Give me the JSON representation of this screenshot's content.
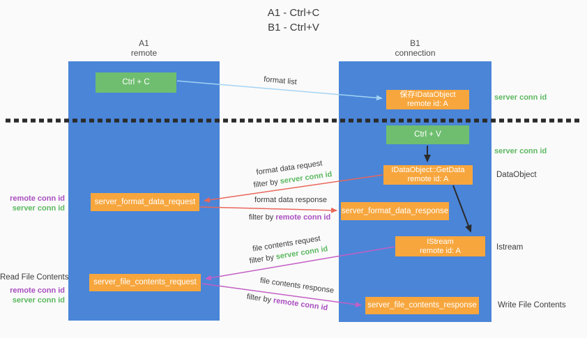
{
  "title": {
    "line1": "A1 - Ctrl+C",
    "line2": "B1 - Ctrl+V"
  },
  "lanes": {
    "left": {
      "name": "A1",
      "subtitle": "remote"
    },
    "right": {
      "name": "B1",
      "subtitle": "connection"
    }
  },
  "boxes": {
    "ctrl_c": {
      "label": "Ctrl + C"
    },
    "save_idataobject": {
      "line1": "保存IDataObject",
      "line2": "remote id: A"
    },
    "ctrl_v": {
      "label": "Ctrl + V"
    },
    "getdata": {
      "line1": "IDataObject::GetData",
      "line2": "remote id: A"
    },
    "format_request": {
      "label": "server_format_data_request"
    },
    "format_response": {
      "label": "server_format_data_response"
    },
    "istream": {
      "line1": "IStream",
      "line2": "remote id: A"
    },
    "file_request": {
      "label": "server_file_contents_request"
    },
    "file_response": {
      "label": "server_file_contents_response"
    }
  },
  "side_labels": {
    "right_server_conn_1": "server conn id",
    "right_server_conn_2": "server conn id",
    "dataobject": "DataObject",
    "istream": "Istream",
    "write_file": "Write File Contents",
    "left_remote_conn_1": "remote conn id",
    "left_server_conn_1": "server conn id",
    "read_file": "Read File Contents",
    "left_remote_conn_2": "remote conn id",
    "left_server_conn_2": "server conn id"
  },
  "arrow_labels": {
    "format_list": "format list",
    "format_data_request": "format data request",
    "format_data_response": "format data response",
    "file_contents_request": "file contents request",
    "file_contents_response": "file contents response",
    "filter_prefix_1": "filter by ",
    "filter_keyword_1": "server conn id",
    "filter_prefix_2": "filter by ",
    "filter_keyword_2": "remote conn id",
    "filter_prefix_3": "filter by ",
    "filter_keyword_3": "server conn id",
    "filter_prefix_4": "filter by ",
    "filter_keyword_4": "remote conn id"
  },
  "colors": {
    "lane_blue": "#4a85d8",
    "box_orange": "#f7a63d",
    "box_green": "#6fbe70",
    "green_text": "#5cb860",
    "purple_text": "#a94fc0",
    "red_arrow": "#e9665a",
    "magenta_arrow": "#c45fc4",
    "light_blue_arrow": "#a3d3f2",
    "black_arrow": "#2b2b2b",
    "background": "#fafafa"
  }
}
